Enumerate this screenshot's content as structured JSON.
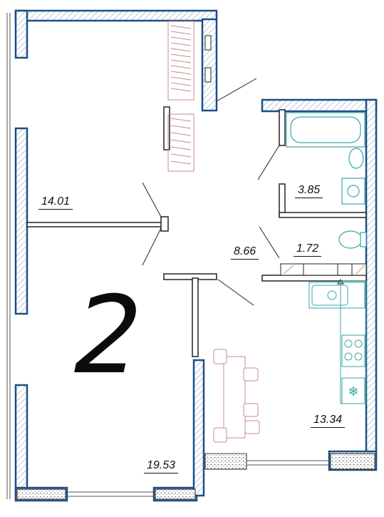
{
  "plan": {
    "room_count": "2",
    "areas": {
      "room_left_upper": "14.01",
      "room_left_lower": "19.53",
      "hall": "8.66",
      "bathroom": "3.85",
      "toilet": "1.72",
      "kitchen": "13.34"
    },
    "colors": {
      "wall_outline": "#1c4f86",
      "wall_hatch": "#8aa6c4",
      "fixtures": "#3aa6a6",
      "furniture": "#c48c8c",
      "partition": "#222222"
    }
  }
}
